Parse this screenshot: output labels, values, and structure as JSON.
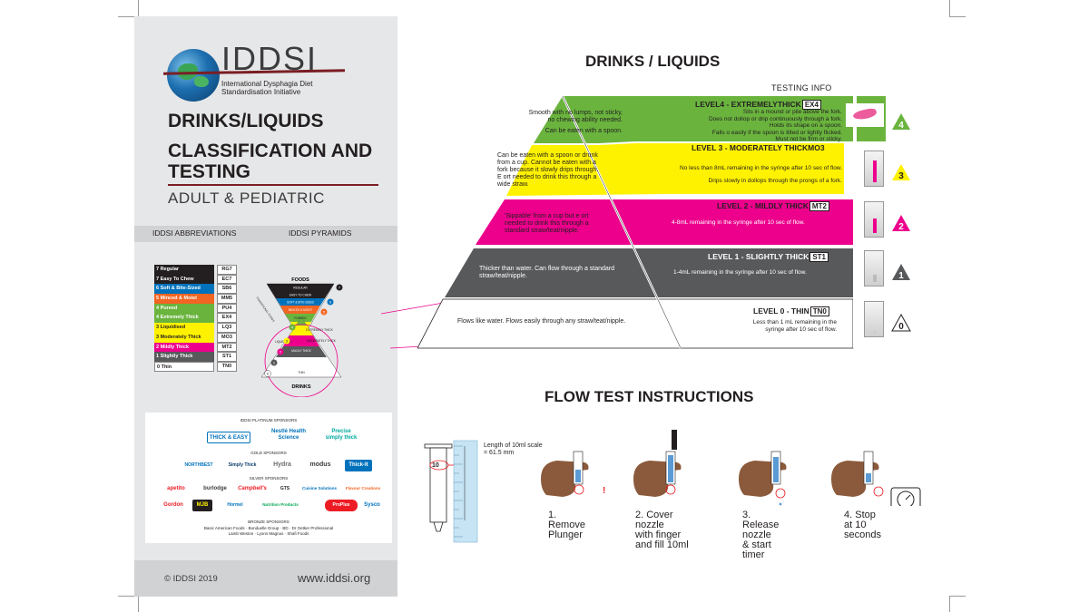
{
  "left_panel": {
    "logo_word": "IDDSI",
    "logo_sub_1": "International Dysphagia Diet",
    "logo_sub_2": "Standardisation Initiative",
    "title_1": "DRINKS/LIQUIDS",
    "title_2": "CLASSIFICATION AND TESTING",
    "title_3": "ADULT & PEDIATRIC",
    "tab_abbreviations": "IDDSI ABBREVIATIONS",
    "tab_pyramids": "IDDSI PYRAMIDS",
    "abbreviations": [
      {
        "name": "7 Regular",
        "code": "RG7",
        "bg": "#231f20",
        "fg": "#ffffff"
      },
      {
        "name": "7 Easy To Chew",
        "code": "EC7",
        "bg": "#231f20",
        "fg": "#ffffff"
      },
      {
        "name": "6 Soft & Bite-Sized",
        "code": "SB6",
        "bg": "#0072bc",
        "fg": "#ffffff"
      },
      {
        "name": "5 Minced & Moist",
        "code": "MM5",
        "bg": "#f26522",
        "fg": "#ffffff"
      },
      {
        "name": "4 Pureed",
        "code": "PU4",
        "bg": "#6ab43e",
        "fg": "#ffffff"
      },
      {
        "name": "4 Extremely Thick",
        "code": "EX4",
        "bg": "#6ab43e",
        "fg": "#ffffff"
      },
      {
        "name": "3 Liquidised",
        "code": "LQ3",
        "bg": "#fff200",
        "fg": "#231f20"
      },
      {
        "name": "3 Moderately Thick",
        "code": "MO3",
        "bg": "#fff200",
        "fg": "#231f20"
      },
      {
        "name": "2 Mildly Thick",
        "code": "MT2",
        "bg": "#ec008c",
        "fg": "#ffffff"
      },
      {
        "name": "1 Slightly Thick",
        "code": "ST1",
        "bg": "#58595b",
        "fg": "#ffffff"
      },
      {
        "name": "0 Thin",
        "code": "TN0",
        "bg": "#ffffff",
        "fg": "#231f20"
      }
    ],
    "mini_pyramid": {
      "foods_label": "FOODS",
      "drinks_label": "DRINKS",
      "transitional_label": "TRANSITIONAL FOODS",
      "food_levels": [
        "REGULAR",
        "EASY TO CHEW",
        "SOFT & BITE-SIZED",
        "MINCED & MOIST",
        "PUREED",
        "LIQUIDISED"
      ],
      "drink_levels": [
        "EXTREMELY THICK",
        "MODERATELY THICK",
        "MILDLY THICK",
        "SLIGHTLY THICK",
        "THIN"
      ],
      "numbers": [
        "7",
        "6",
        "5",
        "4",
        "3",
        "2",
        "1",
        "0"
      ]
    },
    "sponsors": {
      "platinum_head": "IDDSI PLATINUM SPONSORS",
      "gold_head": "GOLD SPONSORS",
      "silver_head": "SILVER SPONSORS",
      "bronze_head": "BRONZE SPONSORS",
      "platinum": [
        "THICK & EASY",
        "Nestlé Health Science",
        "Precise simply thick"
      ],
      "gold": [
        "NORTHBEST",
        "Simply Thick",
        "Hydra",
        "modus",
        "Thick-It"
      ],
      "silver": [
        "apetito",
        "burlodge",
        "Campbell's",
        "GTS",
        "Cuisine Solutions",
        "Flavour Creations",
        "Gordon",
        "MJB",
        "Hormel",
        "Nutrition Products",
        "Sysco",
        "ProPlus"
      ],
      "bronze_line_1": "Basic American Foods · Bonduelle Group · BD · Dr Oetker Professional",
      "bronze_line_2": "Lamb Weston · Lyons Magnus · Shafi Foods"
    },
    "copyright": "© IDDSI 2019",
    "website": "www.iddsi.org"
  },
  "main": {
    "title": "DRINKS / LIQUIDS",
    "testing_info": "TESTING INFO",
    "levels": [
      {
        "num": "4",
        "title": "LEVEL4 - EXTREMELYTHICK",
        "code": "EX4",
        "color": "#6ab43e",
        "left_desc": [
          "Smooth with no lumps, not sticky,",
          "no chewing ability needed.",
          "",
          "Can be eaten with a spoon."
        ],
        "right_desc": [
          "Sits in a mound or pile above the fork.",
          "Does not dollop or drip continuously through a fork.",
          "Holds its shape on a spoon.",
          "Falls o  easily if the spoon is tilted or lightly flicked.",
          "Must not be firm or sticky."
        ]
      },
      {
        "num": "3",
        "title": "LEVEL 3 - MODERATELY THICK",
        "code": "MO3",
        "color": "#fff200",
        "left_desc": [
          "Can be eaten with a spoon or drunk",
          "from a cup. Cannot be eaten with a",
          "fork because it slowly drips through.",
          "E ort needed to drink this through a",
          "wide straw."
        ],
        "right_desc": [
          "No less than 8mL remaining in the syringe after 10 sec of flow.",
          "",
          "Drips slowly in dollops through the prongs of a fork."
        ]
      },
      {
        "num": "2",
        "title": "LEVEL 2 - MILDLY THICK",
        "code": "MT2",
        "color": "#ec008c",
        "left_desc": [
          "'Sippable' from a cup but e ort",
          "needed to drink this through a",
          "standard straw/teat/nipple."
        ],
        "right_desc": [
          "4-8mL remaining in the syringe after 10 sec of flow."
        ]
      },
      {
        "num": "1",
        "title": "LEVEL 1 - SLIGHTLY THICK",
        "code": "ST1",
        "color": "#58595b",
        "left_desc": [
          "Thicker than water. Can flow through a standard",
          "straw/teat/nipple."
        ],
        "right_desc": [
          "1-4mL remaining in the syringe after 10 sec of flow."
        ]
      },
      {
        "num": "0",
        "title": "LEVEL 0 - THIN",
        "code": "TN0",
        "color": "#ffffff",
        "left_desc": [
          "Flows like water. Flows easily through any straw/teat/nipple."
        ],
        "right_desc": [
          "Less than 1 mL remaining in the",
          "syringe after 10 sec of flow."
        ]
      }
    ]
  },
  "flow_test": {
    "title": "FLOW TEST INSTRUCTIONS",
    "scale_label_1": "Length of 10ml scale",
    "scale_label_2": "= 61.5 mm",
    "syringe_mark": "10",
    "steps": [
      {
        "lines": [
          "1.",
          "Remove",
          "Plunger"
        ]
      },
      {
        "lines": [
          "2. Cover",
          "nozzle",
          "with finger",
          "and fill 10ml"
        ]
      },
      {
        "lines": [
          "3.",
          "Release",
          "nozzle",
          "& start",
          "timer"
        ]
      },
      {
        "lines": [
          "4. Stop",
          "at 10",
          "seconds"
        ]
      }
    ]
  }
}
